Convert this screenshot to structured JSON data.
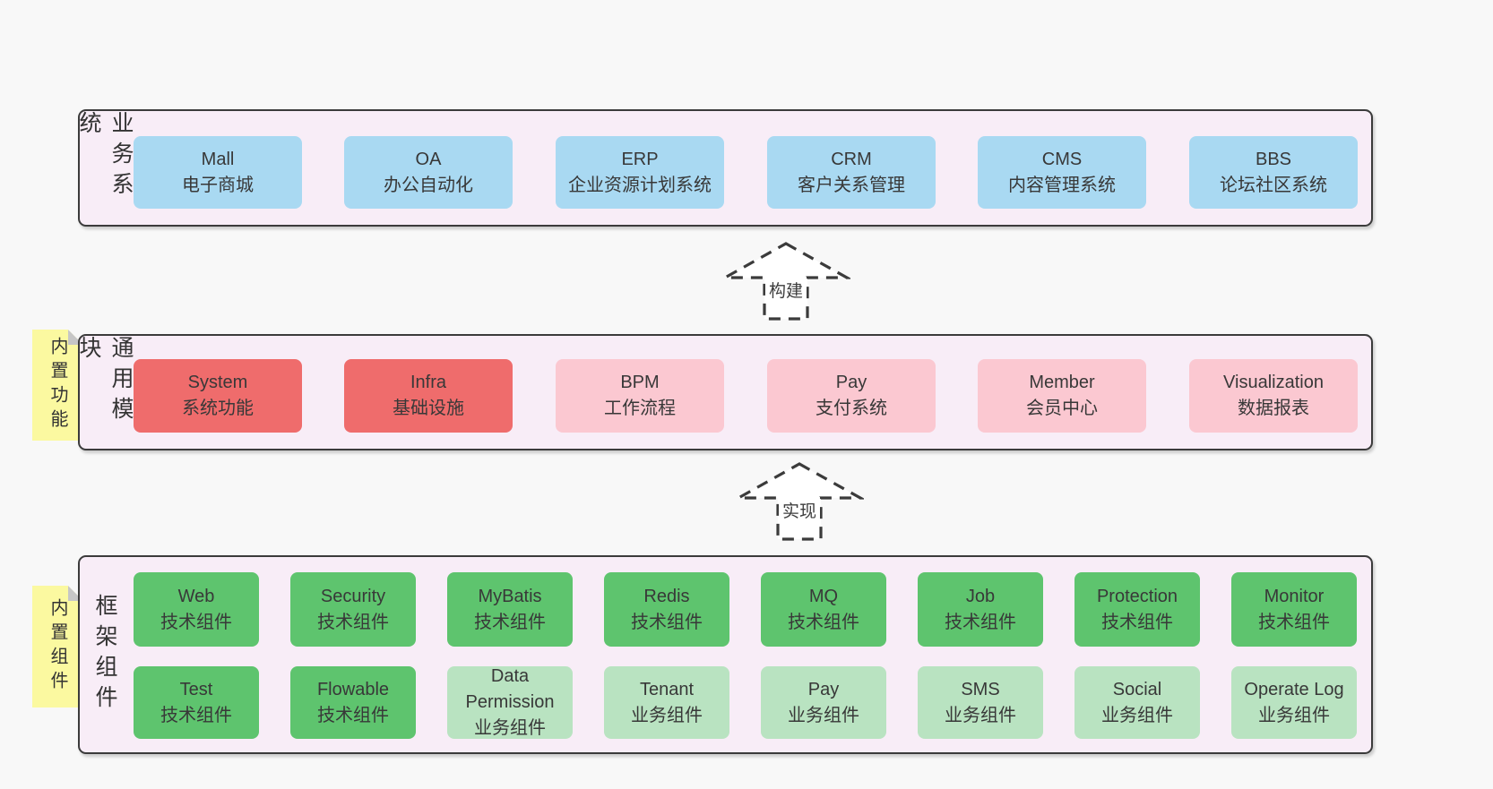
{
  "colors": {
    "page_bg": "#f8f8f8",
    "band_bg": "#f8edf7",
    "band_border": "#3b3b3b",
    "blue": "#a9d9f2",
    "red": "#ef6c6c",
    "pink": "#fbc8d1",
    "green": "#5ec46e",
    "light_green": "#b9e3c1",
    "note_yellow": "#fbf9a0",
    "note_fold": "#c6c6c6",
    "text": "#383838"
  },
  "arrows": {
    "build": "构建",
    "implement": "实现"
  },
  "bands": {
    "business": {
      "label": "业务系统",
      "boxes": [
        {
          "title": "Mall",
          "subtitle": "电子商城"
        },
        {
          "title": "OA",
          "subtitle": "办公自动化"
        },
        {
          "title": "ERP",
          "subtitle": "企业资源计划系统"
        },
        {
          "title": "CRM",
          "subtitle": "客户关系管理"
        },
        {
          "title": "CMS",
          "subtitle": "内容管理系统"
        },
        {
          "title": "BBS",
          "subtitle": "论坛社区系统"
        }
      ]
    },
    "modules": {
      "label": "通用模块",
      "note": "内置功能",
      "boxes": [
        {
          "title": "System",
          "subtitle": "系统功能",
          "color": "red"
        },
        {
          "title": "Infra",
          "subtitle": "基础设施",
          "color": "red"
        },
        {
          "title": "BPM",
          "subtitle": "工作流程",
          "color": "pink"
        },
        {
          "title": "Pay",
          "subtitle": "支付系统",
          "color": "pink"
        },
        {
          "title": "Member",
          "subtitle": "会员中心",
          "color": "pink"
        },
        {
          "title": "Visualization",
          "subtitle": "数据报表",
          "color": "pink"
        }
      ]
    },
    "components": {
      "label": "框架组件",
      "note": "内置组件",
      "row1": [
        {
          "title": "Web",
          "subtitle": "技术组件",
          "color": "green"
        },
        {
          "title": "Security",
          "subtitle": "技术组件",
          "color": "green"
        },
        {
          "title": "MyBatis",
          "subtitle": "技术组件",
          "color": "green"
        },
        {
          "title": "Redis",
          "subtitle": "技术组件",
          "color": "green"
        },
        {
          "title": "MQ",
          "subtitle": "技术组件",
          "color": "green"
        },
        {
          "title": "Job",
          "subtitle": "技术组件",
          "color": "green"
        },
        {
          "title": "Protection",
          "subtitle": "技术组件",
          "color": "green"
        },
        {
          "title": "Monitor",
          "subtitle": "技术组件",
          "color": "green"
        }
      ],
      "row2": [
        {
          "title": "Test",
          "subtitle": "技术组件",
          "color": "green"
        },
        {
          "title": "Flowable",
          "subtitle": "技术组件",
          "color": "green"
        },
        {
          "title": "Data Permission",
          "subtitle": "业务组件",
          "color": "light_green"
        },
        {
          "title": "Tenant",
          "subtitle": "业务组件",
          "color": "light_green"
        },
        {
          "title": "Pay",
          "subtitle": "业务组件",
          "color": "light_green"
        },
        {
          "title": "SMS",
          "subtitle": "业务组件",
          "color": "light_green"
        },
        {
          "title": "Social",
          "subtitle": "业务组件",
          "color": "light_green"
        },
        {
          "title": "Operate Log",
          "subtitle": "业务组件",
          "color": "light_green"
        }
      ]
    }
  }
}
